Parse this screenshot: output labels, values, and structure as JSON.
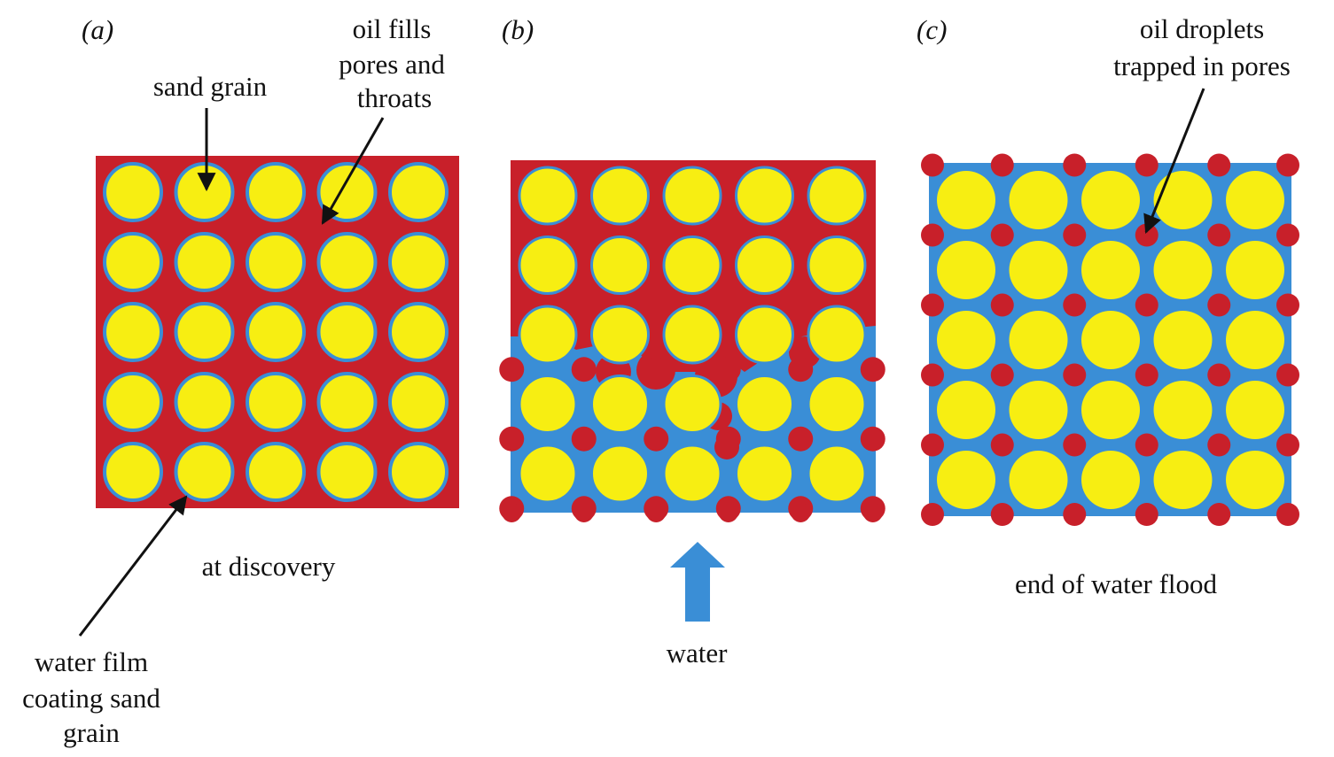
{
  "panels": {
    "a": {
      "letter": "(a)",
      "caption": "at discovery"
    },
    "b": {
      "letter": "(b)",
      "caption": "water"
    },
    "c": {
      "letter": "(c)",
      "caption": "end of water flood"
    }
  },
  "labels": {
    "sand_grain": "sand grain",
    "oil_fills_1": "oil fills",
    "oil_fills_2": "pores and",
    "oil_fills_3": "throats",
    "water_film_1": "water film",
    "water_film_2": "coating sand",
    "water_film_3": "grain",
    "oil_droplets_1": "oil droplets",
    "oil_droplets_2": "trapped in pores"
  },
  "colors": {
    "oil": "#c8202a",
    "water": "#3a8ed6",
    "sand": "#f7ee12",
    "arrow": "#3a8ed6",
    "ink": "#111111"
  },
  "grid": {
    "rows": 5,
    "cols": 5
  }
}
